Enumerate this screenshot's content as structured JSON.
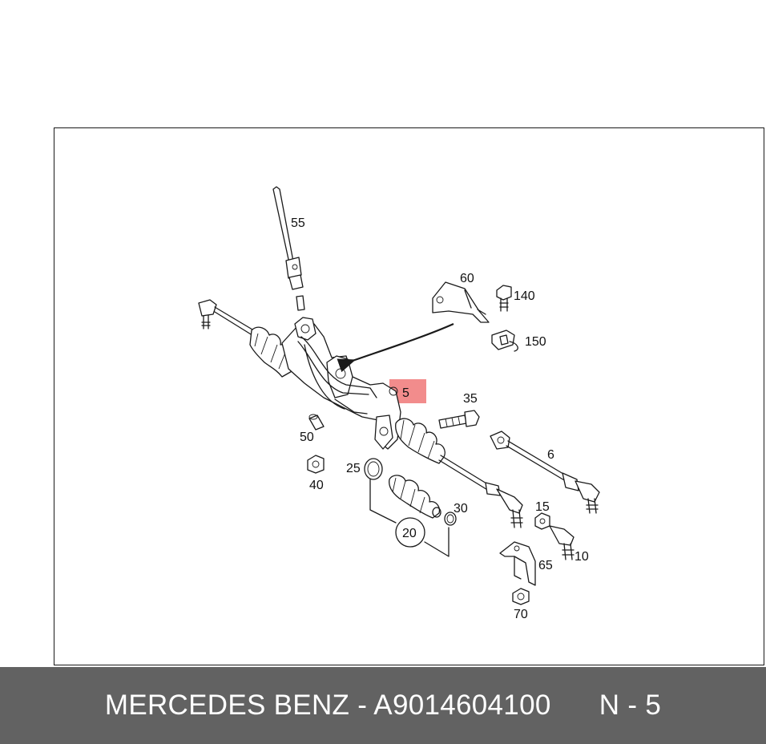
{
  "diagram": {
    "labels": {
      "p55": "55",
      "p60": "60",
      "p140": "140",
      "p150": "150",
      "p5": "5",
      "p35": "35",
      "p6": "6",
      "p50": "50",
      "p40": "40",
      "p25": "25",
      "p30": "30",
      "p20": "20",
      "p15": "15",
      "p10": "10",
      "p65": "65",
      "p70": "70"
    },
    "highlight_color": "#f28c8c",
    "line_color": "#1a1a1a"
  },
  "footer": {
    "brand": "MERCEDES BENZ",
    "separator": " - ",
    "part_number": "A9014604100",
    "position": "N - 5",
    "background": "#626262"
  }
}
